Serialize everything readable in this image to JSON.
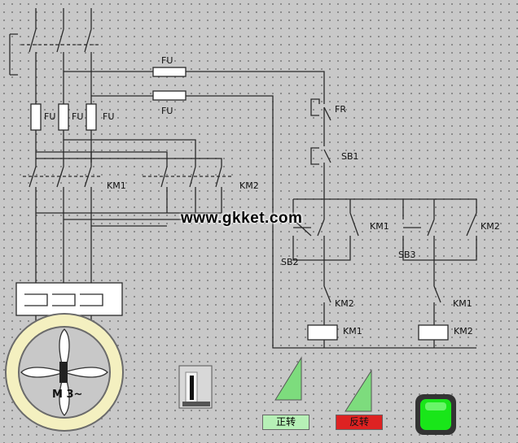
{
  "labels": {
    "fu_top": "FU",
    "fu_mid": "FU",
    "fu_a": "FU",
    "fu_b": "FU",
    "fu_c": "FU",
    "fr": "FR",
    "sb1": "SB1",
    "km1_main": "KM1",
    "km2_main": "KM2",
    "km1_aux": "KM1",
    "km2_aux": "KM2",
    "sb2": "SB2",
    "sb3": "SB3",
    "km2_interlock": "KM2",
    "km1_interlock": "KM1",
    "km1_coil": "KM1",
    "km2_coil": "KM2"
  },
  "watermark": "www.gkket.com",
  "motor_label": "M 3~",
  "buttons": {
    "forward": "正转",
    "reverse": "反转"
  },
  "colors": {
    "wire": "#2a2a2a",
    "motor_ring": "#f4f0c0",
    "indicator_on": "#19e619",
    "triangle": "#7ddc7d"
  }
}
